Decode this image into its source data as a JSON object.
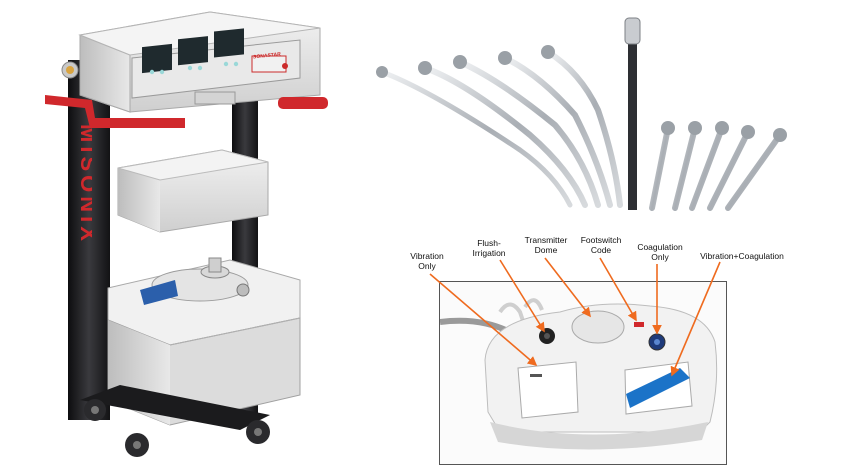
{
  "cart": {
    "brand": "MISONIX",
    "panel_logo": "SONASTAR"
  },
  "footswitch": {
    "labels": [
      {
        "key": "vibration_only",
        "text_lines": [
          "Vibration",
          "Only"
        ]
      },
      {
        "key": "flush_irrigation",
        "text_lines": [
          "Flush-",
          "Irrigation"
        ]
      },
      {
        "key": "transmitter_dome",
        "text_lines": [
          "Transmitter",
          "Dome"
        ]
      },
      {
        "key": "footswitch_code",
        "text_lines": [
          "Footswitch",
          "Code"
        ]
      },
      {
        "key": "coagulation_only",
        "text_lines": [
          "Coagulation",
          "Only"
        ]
      },
      {
        "key": "vibration_coagulation",
        "text_lines": [
          "Vibration+Coagulation"
        ]
      }
    ]
  },
  "colors": {
    "accent_red": "#d0282c",
    "arrow_orange": "#ef6b1f",
    "cart_frame": "#1f1f22",
    "cart_body": "#dedede",
    "instrument_steel": "#b9bec4",
    "pedal_blue": "#1b73c8"
  }
}
